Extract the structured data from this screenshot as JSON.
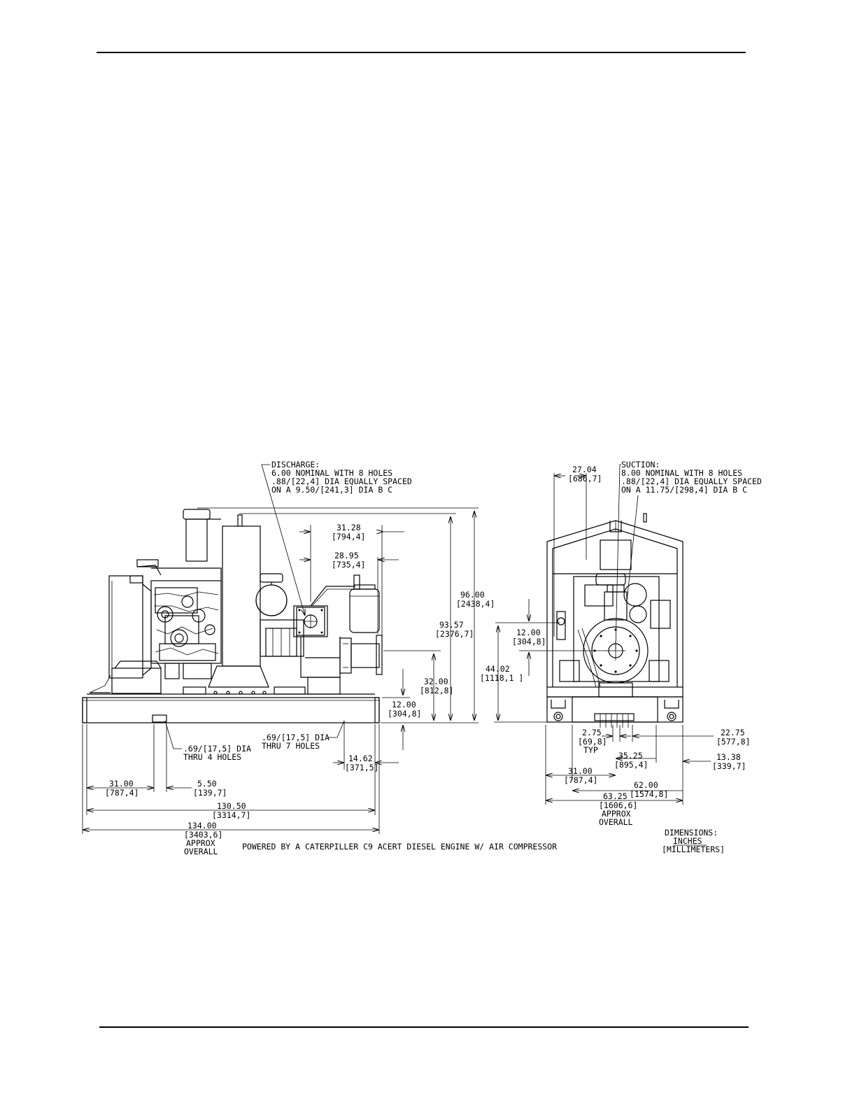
{
  "side_view": {
    "discharge": {
      "title": "DISCHARGE:",
      "line1": "6.00 NOMINAL WITH 8 HOLES",
      "line2": ".88/[22,4] DIA EQUALLY SPACED",
      "line3": "ON A 9.50/[241,3] DIA B C"
    },
    "dims": {
      "d3128": {
        "in": "31.28",
        "mm": "[794,4]"
      },
      "d2895": {
        "in": "28.95",
        "mm": "[735,4]"
      },
      "d9600": {
        "in": "96.00",
        "mm": "[2438,4]"
      },
      "d9357": {
        "in": "93.57",
        "mm": "[2376,7]"
      },
      "d3200": {
        "in": "32.00",
        "mm": "[812,8]"
      },
      "d1200": {
        "in": "12.00",
        "mm": "[304,8]"
      },
      "d1462": {
        "in": "14.62",
        "mm": "[371,5]"
      },
      "d3100": {
        "in": "31.00",
        "mm": "[787,4]"
      },
      "d550": {
        "in": "5.50",
        "mm": "[139,7]"
      },
      "d13050": {
        "in": "130.50",
        "mm": "[3314,7]"
      },
      "d13400": {
        "in": "134.00",
        "mm": "[3403,6]",
        "note1": "APPROX",
        "note2": "OVERALL"
      }
    },
    "holes4": {
      "line1": ".69/[17,5] DIA",
      "line2": "THRU 4 HOLES"
    },
    "holes7": {
      "line1": ".69/[17,5] DIA",
      "line2": "THRU 7 HOLES"
    }
  },
  "end_view": {
    "suction": {
      "title": "SUCTION:",
      "line1": "8.00 NOMINAL WITH 8 HOLES",
      "line2": ".88/[22,4] DIA EQUALLY SPACED",
      "line3": "ON A 11.75/[298,4] DIA B C"
    },
    "dims": {
      "d2704": {
        "in": "27.04",
        "mm": "[686,7]"
      },
      "d1200": {
        "in": "12.00",
        "mm": "[304,8]"
      },
      "d4402": {
        "in": "44.02",
        "mm": "[1118,1 ]"
      },
      "d275": {
        "in": "2.75",
        "mm": "[69,8]",
        "note": "TYP"
      },
      "d2275": {
        "in": "22.75",
        "mm": "[577,8]"
      },
      "d3525": {
        "in": "35.25",
        "mm": "[895,4]"
      },
      "d1338": {
        "in": "13.38",
        "mm": "[339,7]"
      },
      "d3100": {
        "in": "31.00",
        "mm": "[787,4]"
      },
      "d6200": {
        "in": "62.00",
        "mm": "[1574,8]"
      },
      "d6325": {
        "in": "63.25",
        "mm": "[1606,6]",
        "note1": "APPROX",
        "note2": "OVERALL"
      }
    }
  },
  "caption": "POWERED BY A CATERPILLER C9 ACERT DIESEL ENGINE W/ AIR COMPRESSOR",
  "units": {
    "title": "DIMENSIONS:",
    "inches": "INCHES",
    "millimeters": "[MILLIMETERS]"
  }
}
